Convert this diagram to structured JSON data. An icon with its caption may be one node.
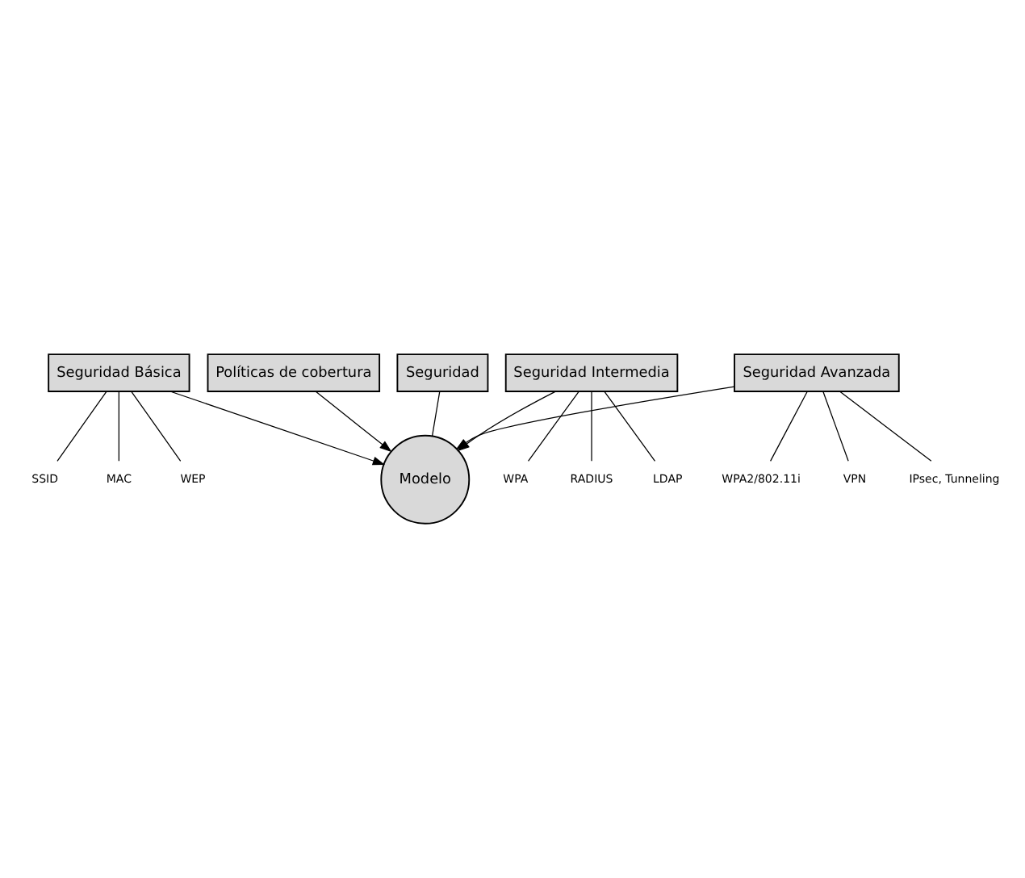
{
  "diagram": {
    "nodes": [
      {
        "text": [
          "Seguridad"
        ]
      },
      {
        "text": [
          "Seguridad Básica"
        ]
      },
      {
        "text": [
          "SSID"
        ]
      },
      {
        "text": [
          "MAC"
        ]
      },
      {
        "text": [
          "WEP"
        ]
      },
      {
        "text": [
          "Seguridad Intermedia"
        ]
      },
      {
        "text": [
          "WPA"
        ]
      },
      {
        "text": [
          "RADIUS"
        ]
      },
      {
        "text": [
          "LDAP"
        ]
      },
      {
        "text": [
          "Seguridad Avanzada"
        ]
      },
      {
        "text": [
          "WPA2/802.11i"
        ]
      },
      {
        "text": [
          "VPN"
        ]
      },
      {
        "text": [
          "IPsec, Tunneling"
        ]
      },
      {
        "text": [
          "Políticas de cobertura"
        ]
      },
      {
        "text": [
          "Modelo"
        ]
      }
    ],
    "edges": [
      {
        "from": 0,
        "to": 14,
        "arrow": "none"
      },
      {
        "from": 1,
        "to": 14,
        "arrow": "to"
      },
      {
        "from": 5,
        "to": 14,
        "arrow": "to"
      },
      {
        "from": 9,
        "to": 14,
        "arrow": "to"
      },
      {
        "from": 13,
        "to": 14,
        "arrow": "to"
      },
      {
        "from": 1,
        "to": 2,
        "arrow": "none"
      },
      {
        "from": 1,
        "to": 3,
        "arrow": "none"
      },
      {
        "from": 1,
        "to": 4,
        "arrow": "none"
      },
      {
        "from": 5,
        "to": 6,
        "arrow": "none"
      },
      {
        "from": 5,
        "to": 7,
        "arrow": "none"
      },
      {
        "from": 5,
        "to": 8,
        "arrow": "none"
      },
      {
        "from": 9,
        "to": 10,
        "arrow": "none"
      },
      {
        "from": 9,
        "to": 11,
        "arrow": "none"
      },
      {
        "from": 9,
        "to": 12,
        "arrow": "none"
      }
    ]
  }
}
